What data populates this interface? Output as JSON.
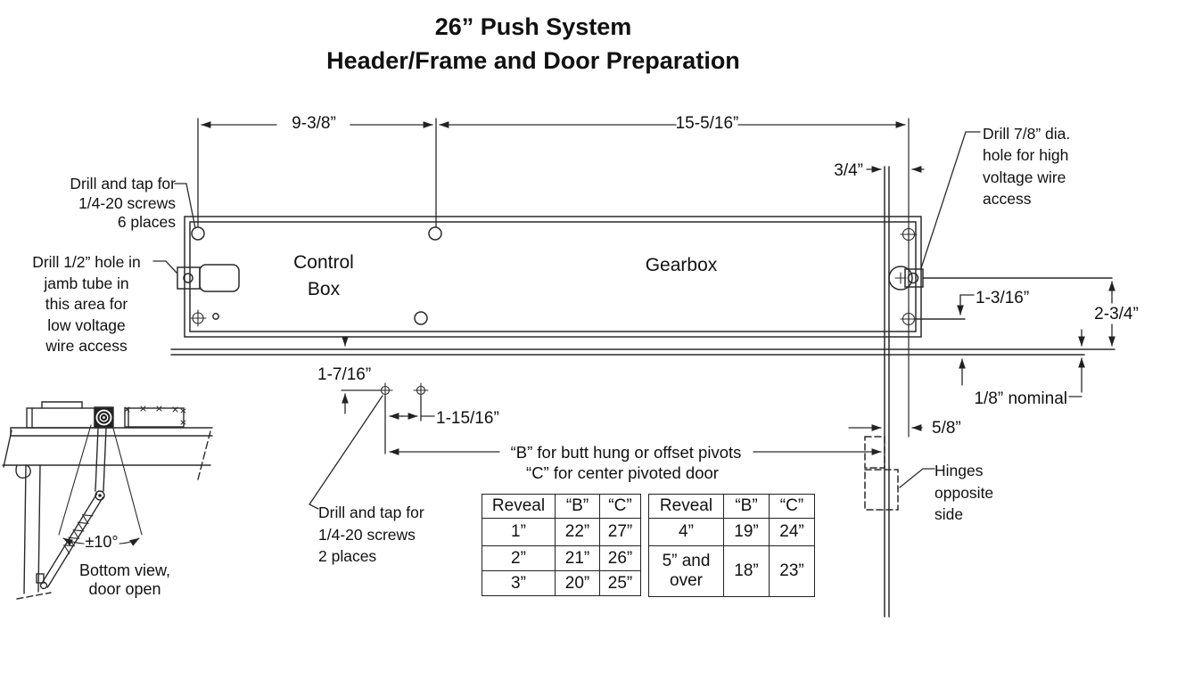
{
  "title": {
    "line1": "26” Push System",
    "line2": "Header/Frame and Door Preparation"
  },
  "dimensions": {
    "control_box_width": "9-3/8”",
    "gearbox_width": "15-5/16”",
    "spindle_inset": "3/4”",
    "hole_drop": "1-3/16”",
    "spindle_height": "2-3/4”",
    "door_clearance": "1/8” nominal",
    "door_edge_offset": "5/8”",
    "screw_drop": "1-7/16”",
    "screw_spacing": "1-15/16”"
  },
  "callouts": {
    "drill_tap_6": "Drill and tap for\n1/4-20 screws\n6 places",
    "drill_half_inch": "Drill 1/2” hole in\njamb tube in\nthis area for\nlow voltage\nwire access",
    "drill_seven_eighths": "Drill 7/8” dia.\nhole for high\nvoltage wire\naccess",
    "hinges": "Hinges\nopposite\nside",
    "drill_tap_2": "Drill and tap for\n1/4-20 screws\n2 places",
    "b_note": "“B” for butt hung or offset pivots",
    "c_note": "“C” for center pivoted door"
  },
  "header_box": {
    "control_box": "Control\nBox",
    "gearbox": "Gearbox"
  },
  "bottom_view": {
    "angle": "±10°",
    "caption": "Bottom view,\ndoor open"
  },
  "reveal_table": {
    "left": {
      "headers": [
        "Reveal",
        "“B”",
        "“C”"
      ],
      "rows": [
        [
          "1”",
          "22”",
          "27”"
        ],
        [
          "2”",
          "21”",
          "26”"
        ],
        [
          "3”",
          "20”",
          "25”"
        ]
      ]
    },
    "right": {
      "headers": [
        "Reveal",
        "“B”",
        "“C”"
      ],
      "rows": [
        [
          "4”",
          "19”",
          "24”"
        ],
        [
          "5” and\nover",
          "18”",
          "23”"
        ]
      ]
    }
  },
  "colors": {
    "line": "#2a2a2a",
    "text": "#111111",
    "background": "#ffffff"
  }
}
